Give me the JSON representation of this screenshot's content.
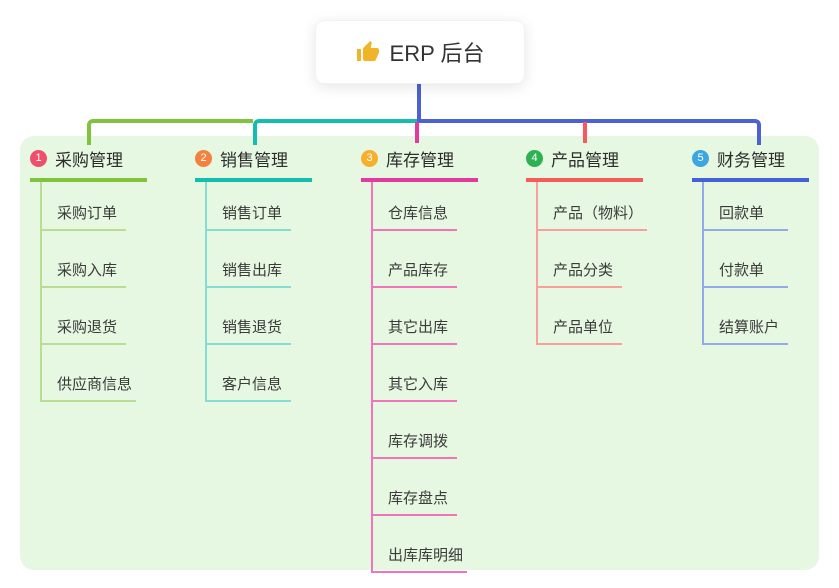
{
  "root": {
    "title": "ERP 后台",
    "icon": "thumbs-up-icon",
    "icon_color": "#f0b429",
    "connector_color": "#4c61d2"
  },
  "canvas": {
    "background": "#ffffff",
    "panel_background": "#e6f7e2"
  },
  "branches": [
    {
      "num": "1",
      "label": "采购管理",
      "color": "#82c33c",
      "light_color": "#b9dd92",
      "badge_color": "#ef4f6a",
      "children": [
        "采购订单",
        "采购入库",
        "采购退货",
        "供应商信息"
      ]
    },
    {
      "num": "2",
      "label": "销售管理",
      "color": "#15bdb0",
      "light_color": "#85dcd2",
      "badge_color": "#f3823f",
      "children": [
        "销售订单",
        "销售出库",
        "销售退货",
        "客户信息"
      ]
    },
    {
      "num": "3",
      "label": "库存管理",
      "color": "#e23a9d",
      "light_color": "#f075bd",
      "badge_color": "#f8b02c",
      "children": [
        "仓库信息",
        "产品库存",
        "其它出库",
        "其它入库",
        "库存调拨",
        "库存盘点",
        "出库库明细"
      ]
    },
    {
      "num": "4",
      "label": "产品管理",
      "color": "#f75a5a",
      "light_color": "#f9a09b",
      "badge_color": "#2eb150",
      "children": [
        "产品（物料）",
        "产品分类",
        "产品单位"
      ]
    },
    {
      "num": "5",
      "label": "财务管理",
      "color": "#4461d6",
      "light_color": "#93a9e8",
      "badge_color": "#3ba7de",
      "children": [
        "回款单",
        "付款单",
        "结算账户"
      ]
    }
  ]
}
